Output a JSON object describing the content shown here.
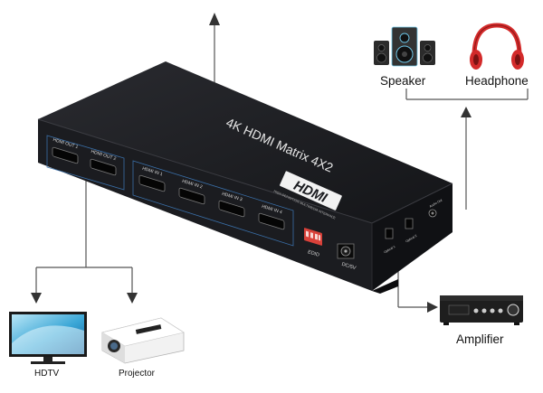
{
  "device": {
    "title": "4K HDMI Matrix 4X2",
    "brand": "HDMI",
    "tagline": "HIGH-DEFINITION MULTIMEDIA INTERFACE",
    "ports": {
      "out1": "HDMI OUT 1",
      "out2": "HDMI OUT 2",
      "in1": "HDMI IN 1",
      "in2": "HDMI IN 2",
      "in3": "HDMI IN 3",
      "in4": "HDMI IN 4",
      "edid": "EDID",
      "dc": "DC/5V",
      "optical1": "Optical 1",
      "optical2": "Optical 2",
      "audio": "Audio Out"
    }
  },
  "devices": {
    "speaker": "Speaker",
    "headphone": "Headphone",
    "amplifier": "Amplifier",
    "hdtv": "HDTV",
    "projector": "Projector"
  },
  "colors": {
    "chassis": "#1c1d21",
    "port_outline": "#3a6fa8",
    "edid_switch": "#d9413a",
    "headphone_red": "#d32a2a",
    "speaker_accent": "#6ec6e8"
  }
}
